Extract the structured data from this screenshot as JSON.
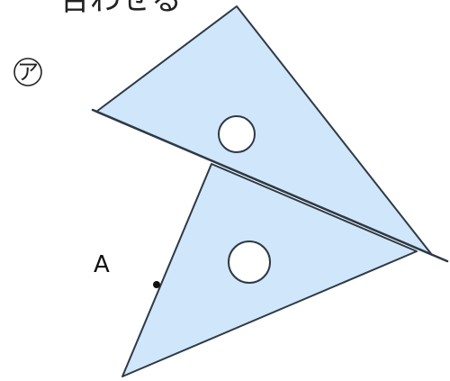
{
  "heading": "合わせる",
  "marker": "ア",
  "point_label": "A",
  "colors": {
    "triangle_fill": "#cfe6fb",
    "outline": "#2e3a45",
    "point": "#111111"
  }
}
